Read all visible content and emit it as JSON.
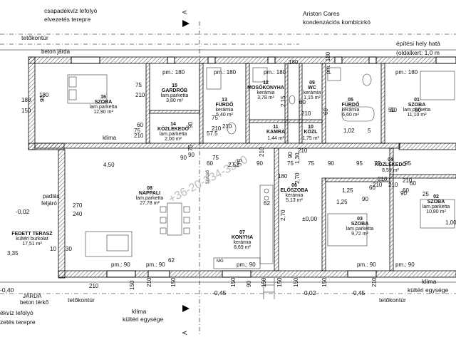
{
  "annotations": {
    "rain_pipe_top_1": "csapadékvíz lefolyó",
    "rain_pipe_top_2": "elvezetés terepre",
    "roof_outline_top": "tetőkontúr",
    "concrete_walkway_top": "beton járda",
    "boiler_1": "Ariston Cares",
    "boiler_2": "kondenzációs kombicirkó",
    "building_line_1": "építési hely hatá",
    "building_line_2": "(oldalkert: 1,0 m",
    "attic_access_1": "padlás",
    "attic_access_2": "feljáró",
    "rain_pipe_bottom_1": "ékvíz lefolyó",
    "rain_pipe_bottom_2": "zetés terepre",
    "walkway_bottom_1": "JÁRDA",
    "walkway_bottom_2": "beton térkő",
    "roof_outline_bottom_left": "tetőkontúr",
    "roof_outline_bottom_right": "tetőkontúr",
    "ac_outdoor_bottom_1": "klíma",
    "ac_outdoor_bottom_2": "kültéri egysége",
    "ac_outdoor_right_1": "klíma",
    "ac_outdoor_right_2": "kültéri egysége",
    "ac_indoor": "klíma",
    "chimney": "füstcső",
    "phone_watermark": "+36-20-334-3320",
    "fridge": "MG",
    "section_mark": "A"
  },
  "rooms": [
    {
      "num": "16",
      "name": "SZOBA",
      "floor": "lam.parketta",
      "area": "12,90 m²"
    },
    {
      "num": "15",
      "name": "GARDRÓB",
      "floor": "lam.parketta",
      "area": "3,80 m²"
    },
    {
      "num": "14",
      "name": "KÖZLEKEDŐ",
      "floor": "lam.parketta",
      "area": "2,00 m²"
    },
    {
      "num": "13",
      "name": "FÜRDŐ",
      "floor": "kerámia",
      "area": "5,40 m²"
    },
    {
      "num": "12",
      "name": "MOSÓKONYHA",
      "floor": "kerámia",
      "area": "3,78 m²"
    },
    {
      "num": "09",
      "name": "WC",
      "floor": "kerámia",
      "area": "1,15 m²"
    },
    {
      "num": "11",
      "name": "KAMRA",
      "floor": "",
      "area": "1,44 m²"
    },
    {
      "num": "10",
      "name": "KÖZL",
      "floor": "",
      "area": "1,75 m²"
    },
    {
      "num": "05",
      "name": "FÜRDŐ",
      "floor": "kerámia",
      "area": "6,60 m²"
    },
    {
      "num": "01",
      "name": "SZOBA",
      "floor": "lam.parketta",
      "area": "11,10 m²"
    },
    {
      "num": "04",
      "name": "KÖZLEKEDŐ",
      "floor": "",
      "area": "8,59 m²"
    },
    {
      "num": "08",
      "name": "NAPPALI",
      "floor": "lam.parketta",
      "area": "27,78 m²"
    },
    {
      "num": "06",
      "name": "ELŐSZOBA",
      "floor": "kerámia",
      "area": "5,13 m²"
    },
    {
      "num": "07",
      "name": "KONYHA",
      "floor": "kerámia",
      "area": "8,69 m²"
    },
    {
      "num": "03",
      "name": "SZOBA",
      "floor": "lam.parketta",
      "area": "9,72 m²"
    },
    {
      "num": "02",
      "name": "SZOBA",
      "floor": "lam.parketta",
      "area": "10,80 m²"
    },
    {
      "num": "",
      "name": "FEDETT TERASZ",
      "floor": "kültéri burkolat",
      "area": "17,51 m²"
    }
  ],
  "levels": {
    "terrace": "-0,02",
    "entrance": "±0,00",
    "front_1": "-0,45",
    "front_2": "-0,02",
    "front_3": "-0,45",
    "left_bottom": "-0,40"
  },
  "dimensions": [
    "pm.: 180",
    "pm.: 180",
    "pm.: 180",
    "180",
    "pm.: 180",
    "pm.: 180",
    "75",
    "210",
    "75",
    "210",
    "60",
    "210",
    "60",
    "50",
    "50",
    "180",
    "150",
    "180",
    "90",
    "60",
    "75",
    "210",
    "57.5",
    "210",
    "90",
    "75",
    "90",
    "60",
    "75",
    "75",
    "90",
    "210",
    "75",
    "90",
    "210",
    "1,02",
    "5",
    "4,50",
    "2,52",
    "75",
    "90",
    "95",
    "75",
    "95",
    "1,25",
    "90",
    "60",
    "90",
    "210",
    "210",
    "210",
    "270",
    "240",
    "62",
    "2,70",
    "3,35",
    "10",
    "30",
    "pm.: 90",
    "210",
    "pm.: 90",
    "62",
    "pm.: 90",
    "pm.: 90",
    "pm.: 90",
    "150",
    "210",
    "150",
    "150",
    "90",
    "150",
    "150",
    "150",
    "150",
    "210",
    "2,70",
    "1,30",
    "90",
    "2,15",
    "50",
    "25",
    "60",
    "60",
    "210",
    "180",
    "1,25",
    "1,00"
  ]
}
